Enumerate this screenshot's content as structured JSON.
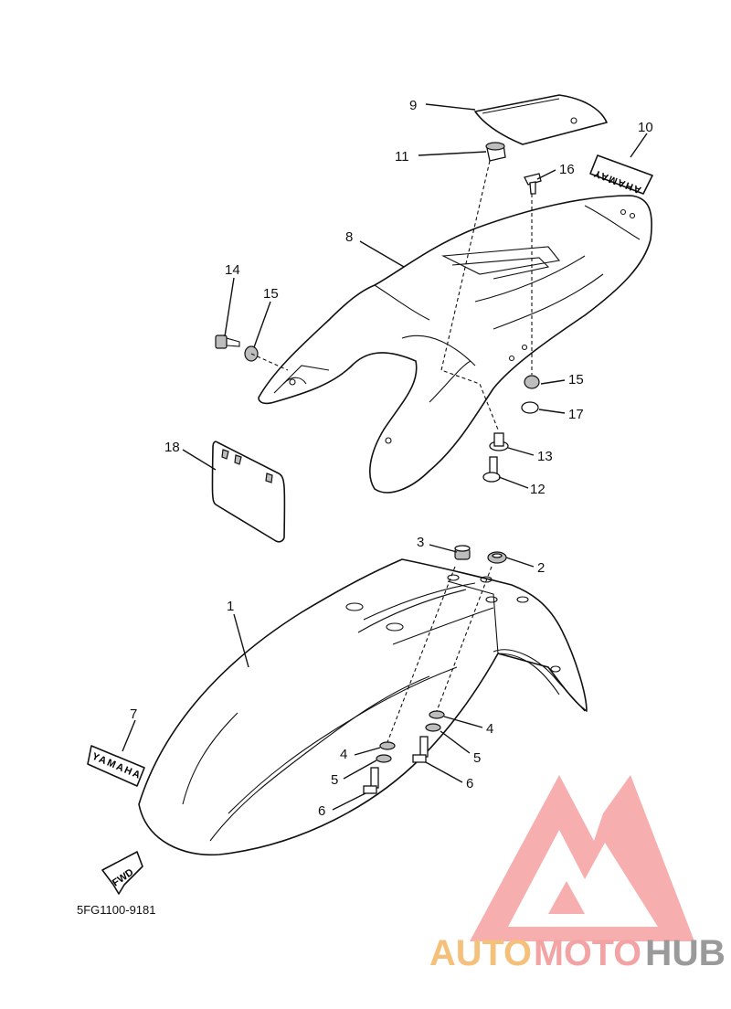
{
  "callouts": [
    {
      "id": "1",
      "label": "1"
    },
    {
      "id": "2",
      "label": "2"
    },
    {
      "id": "3",
      "label": "3"
    },
    {
      "id": "4a",
      "label": "4"
    },
    {
      "id": "4b",
      "label": "4"
    },
    {
      "id": "5a",
      "label": "5"
    },
    {
      "id": "5b",
      "label": "5"
    },
    {
      "id": "6a",
      "label": "6"
    },
    {
      "id": "6b",
      "label": "6"
    },
    {
      "id": "7",
      "label": "7"
    },
    {
      "id": "8",
      "label": "8"
    },
    {
      "id": "9",
      "label": "9"
    },
    {
      "id": "10",
      "label": "10"
    },
    {
      "id": "11",
      "label": "11"
    },
    {
      "id": "12",
      "label": "12"
    },
    {
      "id": "13",
      "label": "13"
    },
    {
      "id": "14",
      "label": "14"
    },
    {
      "id": "15a",
      "label": "15"
    },
    {
      "id": "15b",
      "label": "15"
    },
    {
      "id": "16",
      "label": "16"
    },
    {
      "id": "17",
      "label": "17"
    },
    {
      "id": "18",
      "label": "18"
    }
  ],
  "decal_front": "YAMAHA",
  "decal_rear": "YAMAHA",
  "fwd_arrow": "FWD",
  "diagram_code": "5FG1100-9181",
  "watermark": {
    "auto": "AUTO",
    "moto": "MOTO",
    "hub": "HUB",
    "colors": {
      "auto": "#f5c07a",
      "moto": "#f3a3a3",
      "hub": "#9a9a9a",
      "logo": "#f4a0a0"
    }
  }
}
